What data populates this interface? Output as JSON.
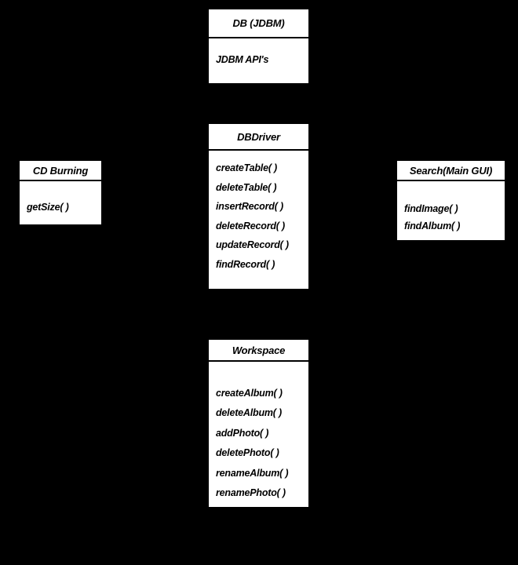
{
  "diagram": {
    "type": "uml-class-diagram",
    "background_color": "#000000",
    "box_fill_color": "#ffffff",
    "box_border_color": "#000000",
    "classes": [
      {
        "id": "db",
        "name": "DB (JDBM)",
        "members": [
          "JDBM API's"
        ]
      },
      {
        "id": "dbdriver",
        "name": "DBDriver",
        "members": [
          "createTable( )",
          "deleteTable( )",
          "insertRecord( )",
          "deleteRecord( )",
          "updateRecord( )",
          "findRecord( )"
        ]
      },
      {
        "id": "workspace",
        "name": "Workspace",
        "members": [
          "createAlbum( )",
          "deleteAlbum( )",
          "addPhoto( )",
          "deletePhoto( )",
          "renameAlbum( )",
          "renamePhoto( )"
        ]
      },
      {
        "id": "cdburning",
        "name": "CD Burning",
        "members": [
          "getSize( )"
        ]
      },
      {
        "id": "search",
        "name": "Search(Main GUI)",
        "members": [
          "findImage( )",
          "findAlbum( )"
        ]
      }
    ]
  }
}
